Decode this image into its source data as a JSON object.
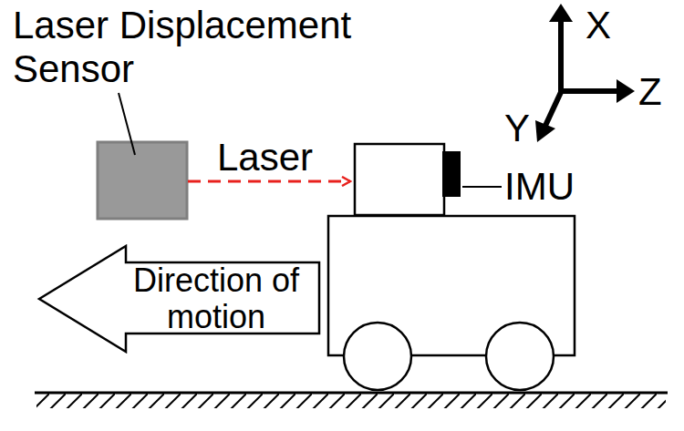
{
  "diagram": {
    "nodes": [
      {
        "text": [
          "Direction of motion"
        ]
      }
    ],
    "labels": [
      "Laser Displacement Sensor",
      "Laser",
      "IMU",
      "X",
      "Y",
      "Z"
    ]
  }
}
